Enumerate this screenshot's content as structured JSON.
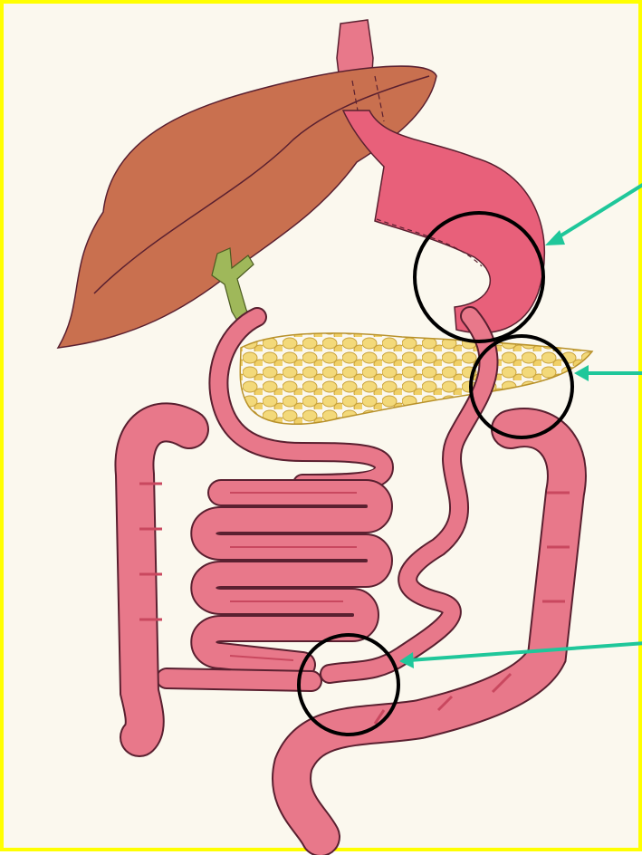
{
  "colors": {
    "frame": "#ffff00",
    "paper": "#fbf8ee",
    "liver": "#c9704f",
    "liver_light": "#d98a66",
    "stomach": "#e8607a",
    "intestine": "#e8788a",
    "intestine_shade": "#c9485f",
    "pancreas": "#e9c24d",
    "pancreas_dot": "#f3d97a",
    "bile_duct": "#9fb85a",
    "outline": "#5a2030",
    "circle": "#000000",
    "arrow": "#1fc79a"
  },
  "labels": [],
  "markers": [
    {
      "name": "gastric-anastomosis-circle",
      "target": "stomach-pouch-junction"
    },
    {
      "name": "pancreas-crossing-circle",
      "target": "alimentary-limb-over-pancreas"
    },
    {
      "name": "jejunojejunal-anastomosis-circle",
      "target": "distal-small-bowel-junction"
    }
  ],
  "arrows": [
    {
      "name": "stomach-pointer-arrow",
      "points_to": "gastric-anastomosis-circle"
    },
    {
      "name": "pancreas-pointer-arrow",
      "points_to": "pancreas-crossing-circle"
    },
    {
      "name": "jejunum-pointer-arrow",
      "points_to": "jejunojejunal-anastomosis-circle"
    }
  ]
}
